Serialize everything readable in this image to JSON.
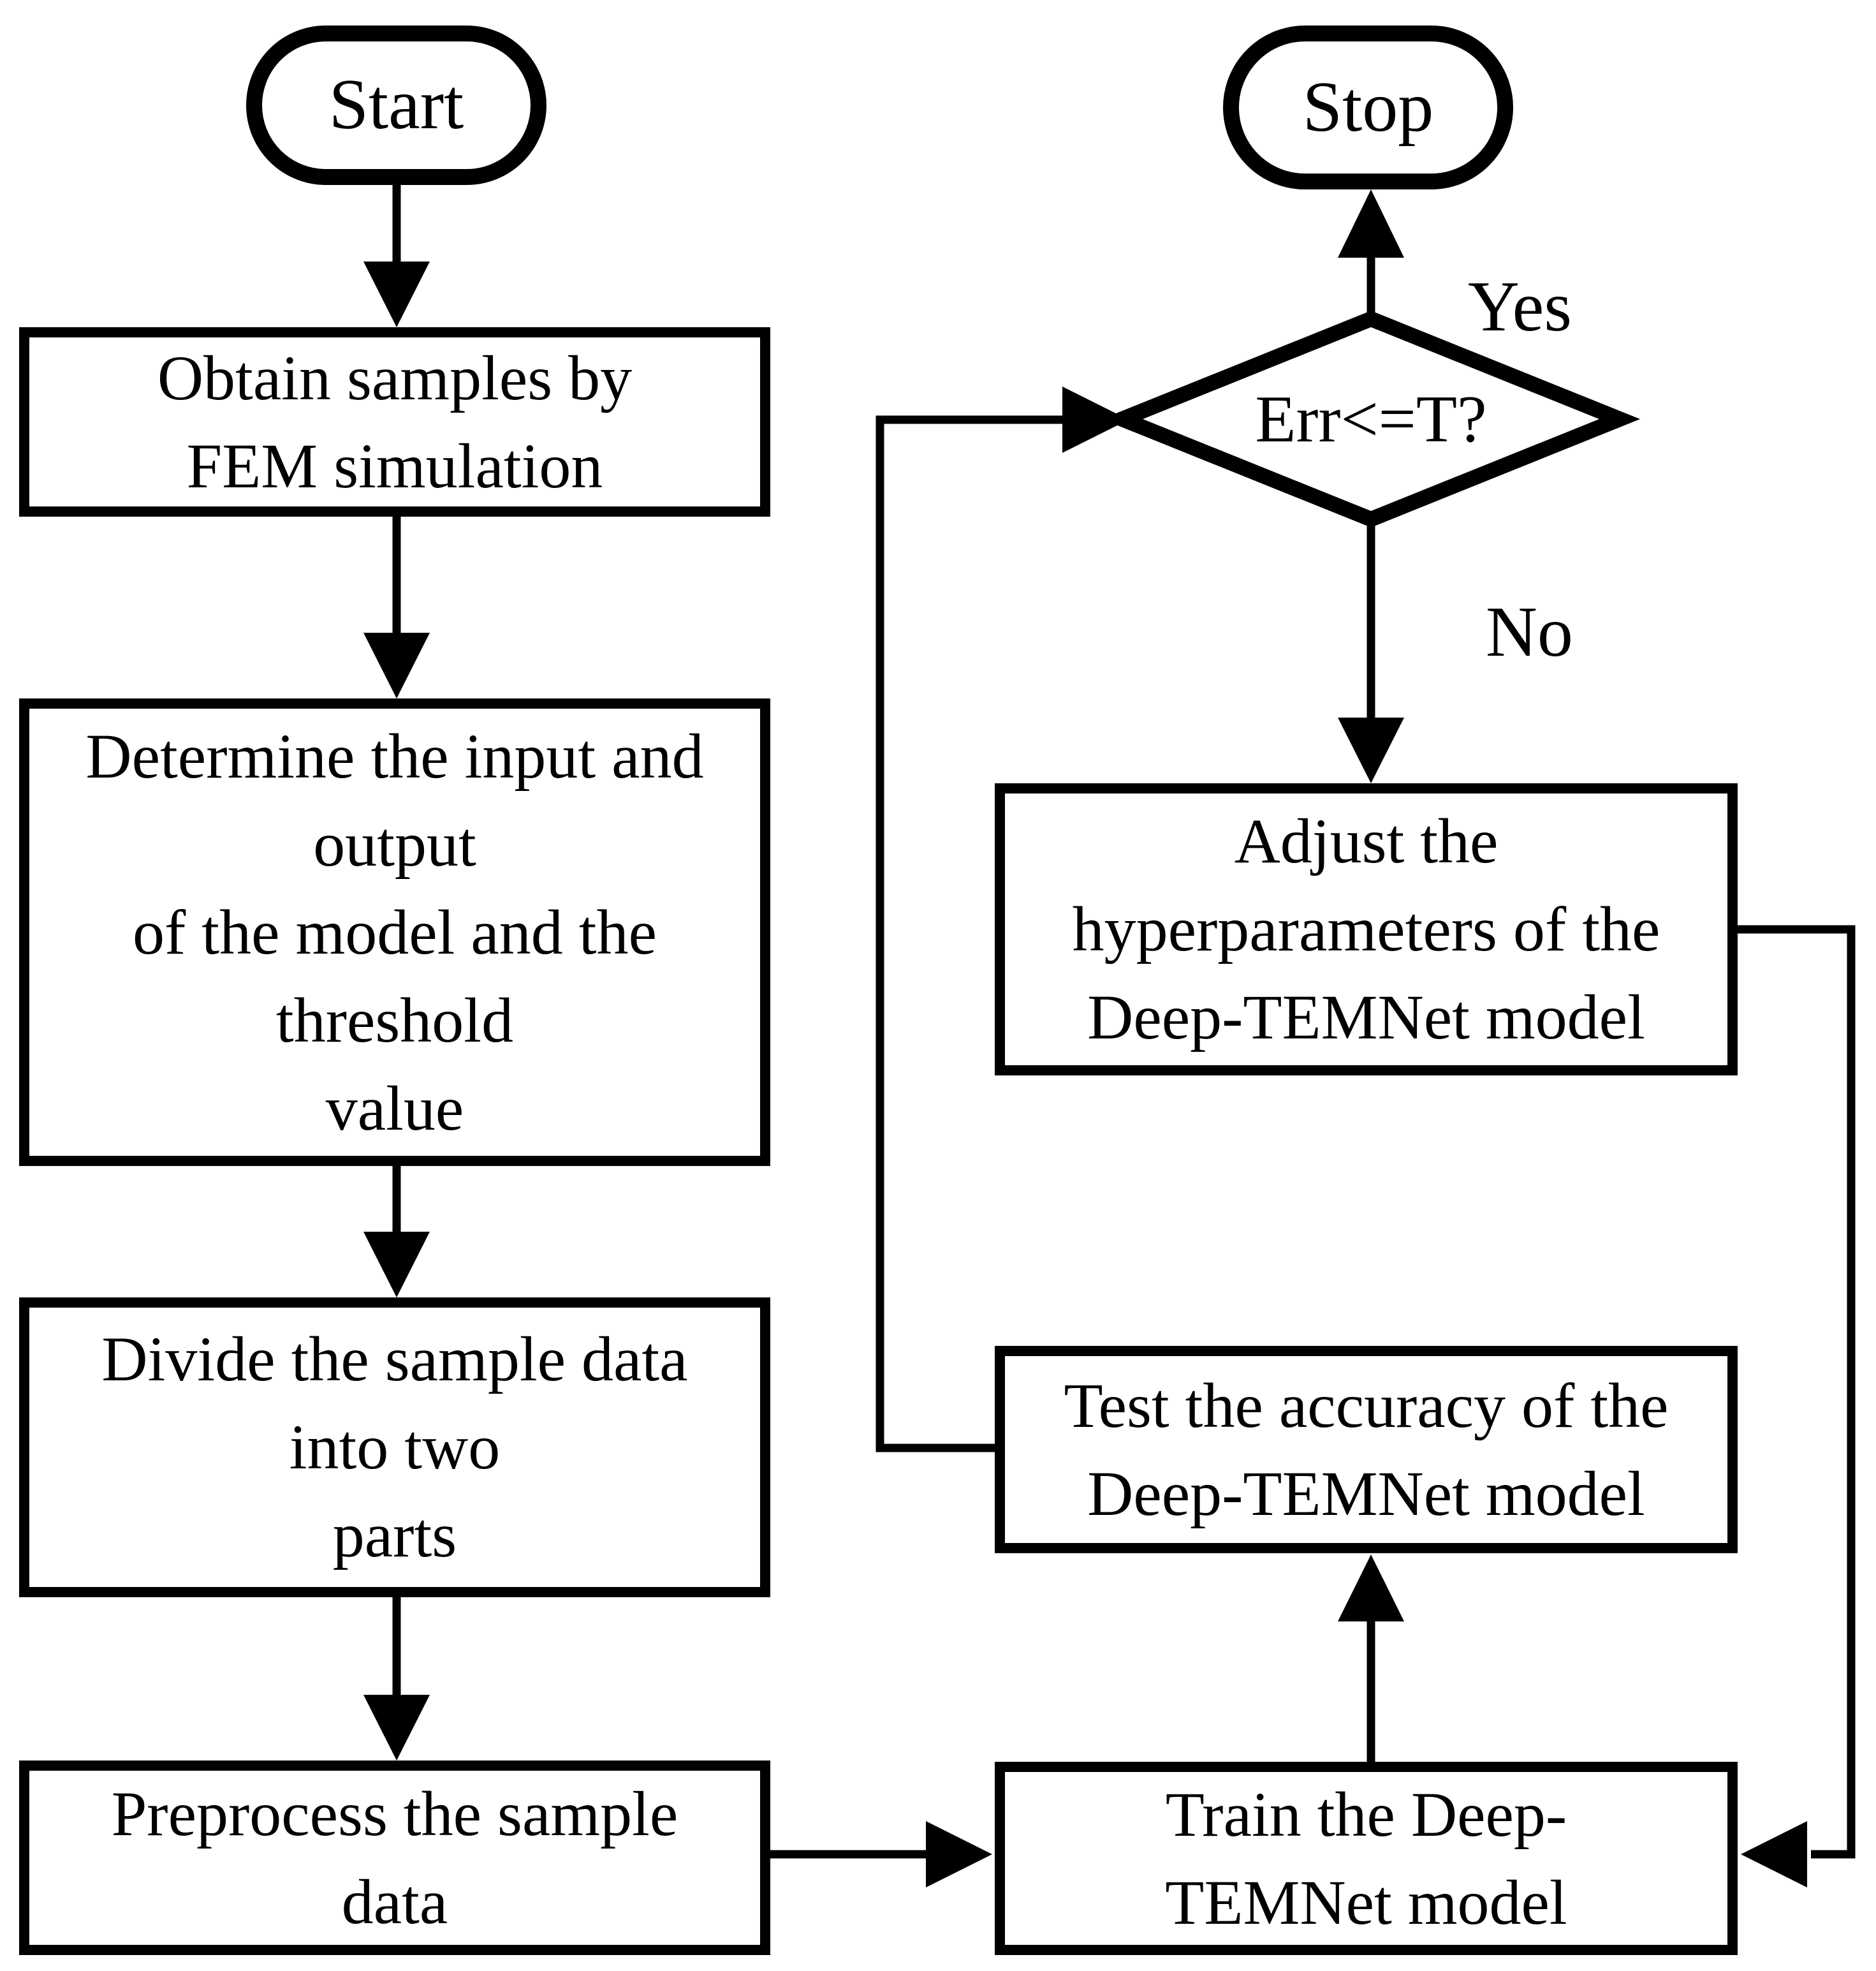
{
  "flowchart": {
    "colors": {
      "stroke": "#000000",
      "background": "#ffffff"
    },
    "nodes": {
      "start": {
        "type": "terminator",
        "label": "Start"
      },
      "obtain_samples": {
        "type": "process",
        "label": "Obtain samples by\nFEM simulation"
      },
      "determine_io": {
        "type": "process",
        "label": "Determine the input and\noutput\nof the model and the\nthreshold\nvalue"
      },
      "divide_data": {
        "type": "process",
        "label": "Divide the sample data\ninto two\nparts"
      },
      "preprocess": {
        "type": "process",
        "label": "Preprocess the sample\ndata"
      },
      "train": {
        "type": "process",
        "label": "Train the Deep-\nTEMNet model"
      },
      "test": {
        "type": "process",
        "label": "Test the accuracy of the\nDeep-TEMNet model"
      },
      "decision": {
        "type": "decision",
        "label": "Err<=T?"
      },
      "adjust": {
        "type": "process",
        "label": "Adjust the\nhyperparameters of the\nDeep-TEMNet model"
      },
      "stop": {
        "type": "terminator",
        "label": "Stop"
      }
    },
    "edge_labels": {
      "yes": "Yes",
      "no": "No"
    }
  }
}
